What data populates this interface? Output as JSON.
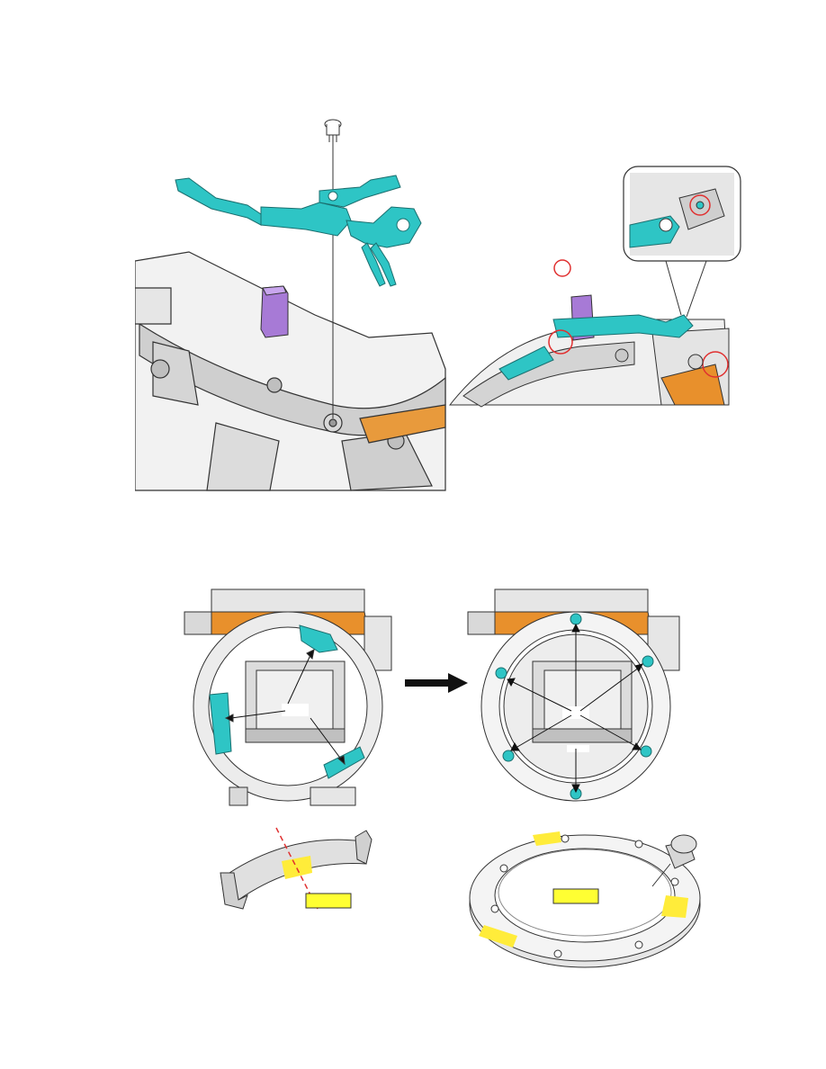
{
  "colors": {
    "accent_cyan": "#2ec5c5",
    "accent_purple": "#a77ad6",
    "orange_flex": "#e8902c",
    "marker_red": "#e03030",
    "tape_yellow": "#ffec3a",
    "metal_grey": "#d9d9d9",
    "line_dark": "#333333"
  },
  "icons": [
    "screw-icon",
    "arrow-right-icon",
    "cut-line-marker"
  ],
  "figures": {
    "top_left": {
      "name": "spring-plate-removal"
    },
    "top_right": {
      "name": "spring-plate-installed-detail"
    },
    "mid_left": {
      "name": "mount-with-springs"
    },
    "mid_right": {
      "name": "mount-ring-installed"
    },
    "bottom_left": {
      "name": "leaf-spring-part"
    },
    "bottom_right": {
      "name": "mount-ring-part"
    }
  }
}
